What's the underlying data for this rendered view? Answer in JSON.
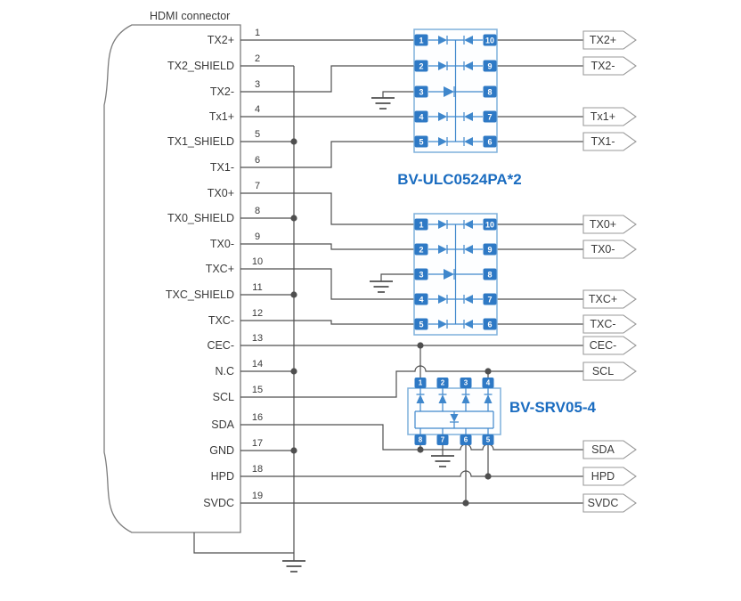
{
  "title": "HDMI connector",
  "connector": {
    "pins": [
      {
        "num": "1",
        "label": "TX2+"
      },
      {
        "num": "2",
        "label": "TX2_SHIELD"
      },
      {
        "num": "3",
        "label": "TX2-"
      },
      {
        "num": "4",
        "label": "Tx1+"
      },
      {
        "num": "5",
        "label": "TX1_SHIELD"
      },
      {
        "num": "6",
        "label": "TX1-"
      },
      {
        "num": "7",
        "label": "TX0+"
      },
      {
        "num": "8",
        "label": "TX0_SHIELD"
      },
      {
        "num": "9",
        "label": "TX0-"
      },
      {
        "num": "10",
        "label": "TXC+"
      },
      {
        "num": "11",
        "label": "TXC_SHIELD"
      },
      {
        "num": "12",
        "label": "TXC-"
      },
      {
        "num": "13",
        "label": "CEC-"
      },
      {
        "num": "14",
        "label": "N.C"
      },
      {
        "num": "15",
        "label": "SCL"
      },
      {
        "num": "16",
        "label": "SDA"
      },
      {
        "num": "17",
        "label": "GND"
      },
      {
        "num": "18",
        "label": "HPD"
      },
      {
        "num": "19",
        "label": "SVDC"
      }
    ]
  },
  "chips": {
    "ulc": {
      "label": "BV-ULC0524PA*2",
      "left_pins": [
        "1",
        "2",
        "3",
        "4",
        "5"
      ],
      "right_pins": [
        "10",
        "9",
        "8",
        "7",
        "6"
      ]
    },
    "srv": {
      "label": "BV-SRV05-4",
      "top_pins": [
        "1",
        "2",
        "3",
        "4"
      ],
      "bottom_pins": [
        "8",
        "7",
        "6",
        "5"
      ]
    }
  },
  "output_tags": [
    "TX2+",
    "TX2-",
    "Tx1+",
    "TX1-",
    "TX0+",
    "TX0-",
    "TXC+",
    "TXC-",
    "CEC-",
    "SCL",
    "SDA",
    "HPD",
    "SVDC"
  ],
  "colors": {
    "wire": "#4f4f4f",
    "connector_outline": "#7d7d7d",
    "chip_border": "#7fb0dc",
    "chip_pin": "#2e79c5",
    "diode": "#3f87cc",
    "chip_label": "#1a6cc0",
    "text": "#3a3a3a",
    "tag_border": "#9a9a9a"
  }
}
